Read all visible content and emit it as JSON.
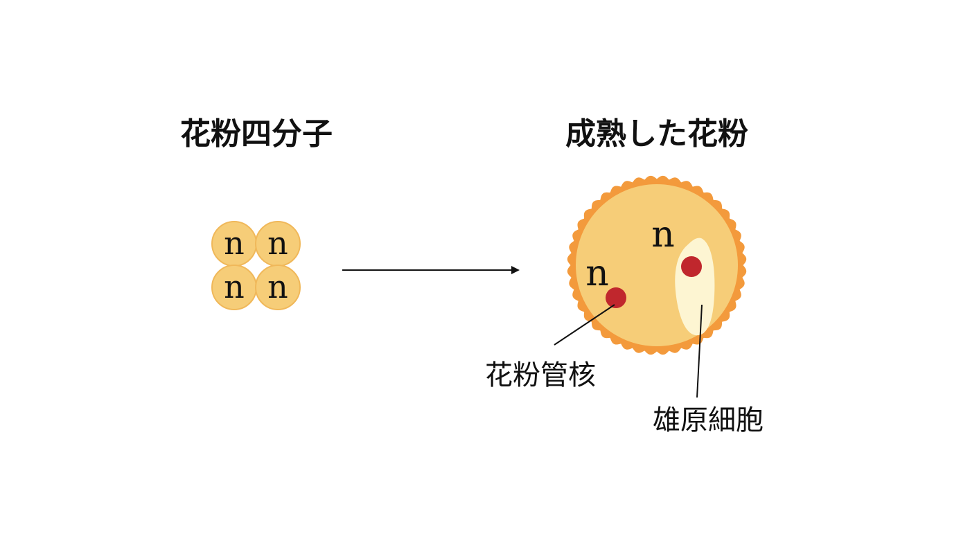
{
  "tetrad": {
    "title": "花粉四分子",
    "cells": [
      {
        "label": "n"
      },
      {
        "label": "n"
      },
      {
        "label": "n"
      },
      {
        "label": "n"
      }
    ]
  },
  "mature_pollen": {
    "title": "成熟した花粉",
    "tube_nucleus_ploidy": "n",
    "generative_cell_ploidy": "n",
    "labels": {
      "tube_nucleus": "花粉管核",
      "generative_cell": "雄原細胞"
    }
  },
  "colors": {
    "cell_fill": "#F6CD78",
    "cell_stroke": "#F0B85A",
    "pollen_wall": "#F39A3C",
    "pollen_fill": "#F6CD78",
    "generative_cell_fill": "#FDF5D2",
    "nucleus_fill": "#C0272D",
    "line": "#111111"
  }
}
